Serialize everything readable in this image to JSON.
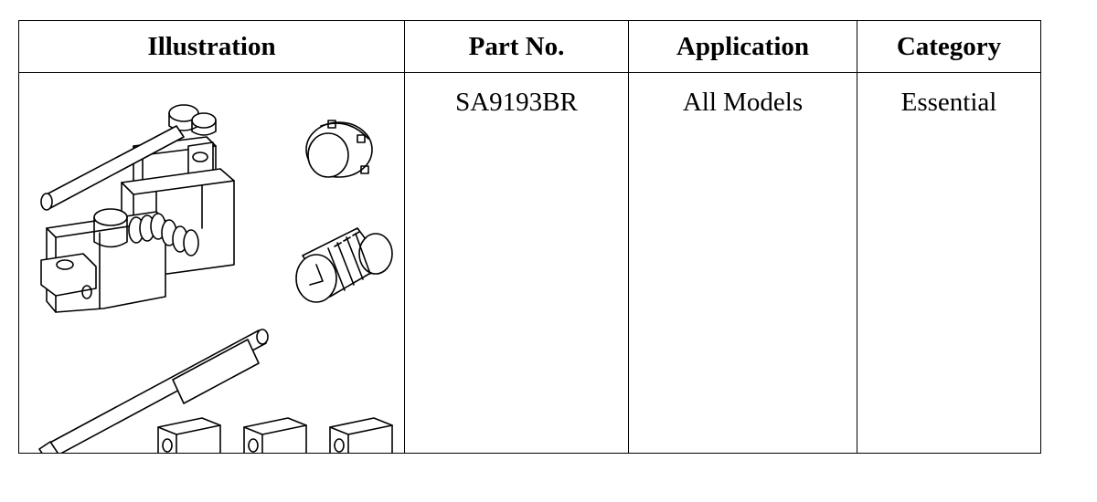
{
  "table": {
    "headers": {
      "illustration": "Illustration",
      "part_no": "Part No.",
      "application": "Application",
      "category": "Category"
    },
    "rows": [
      {
        "part_no": "SA9193BR",
        "application": "All Models",
        "category": "Essential"
      }
    ]
  },
  "icons": {
    "illustration": "bearing-tool-kit-drawing"
  },
  "colors": {
    "line": "#000000",
    "background": "#ffffff"
  }
}
